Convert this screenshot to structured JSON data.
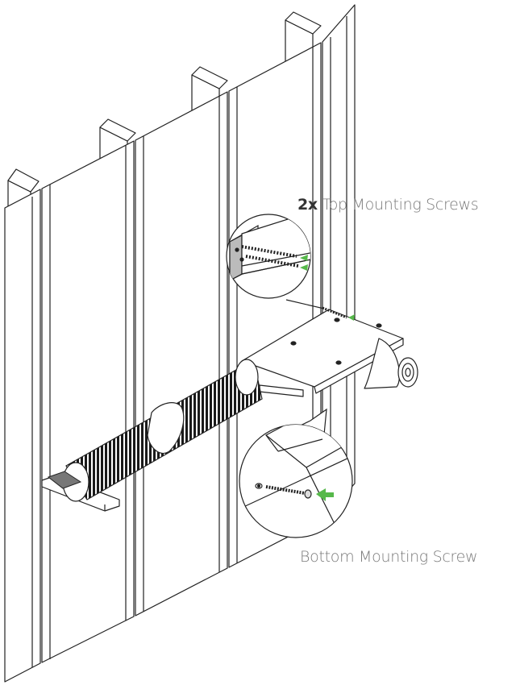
{
  "labels": {
    "top_count": "2x",
    "top_text": "Top Mounting Screws",
    "bottom_text": "Bottom Mounting Screw"
  },
  "colors": {
    "line": "#222222",
    "arrow": "#56b84a",
    "text": "#7a7a7a"
  },
  "icons": [
    "screw",
    "arrow",
    "bracket",
    "duct",
    "roller"
  ]
}
